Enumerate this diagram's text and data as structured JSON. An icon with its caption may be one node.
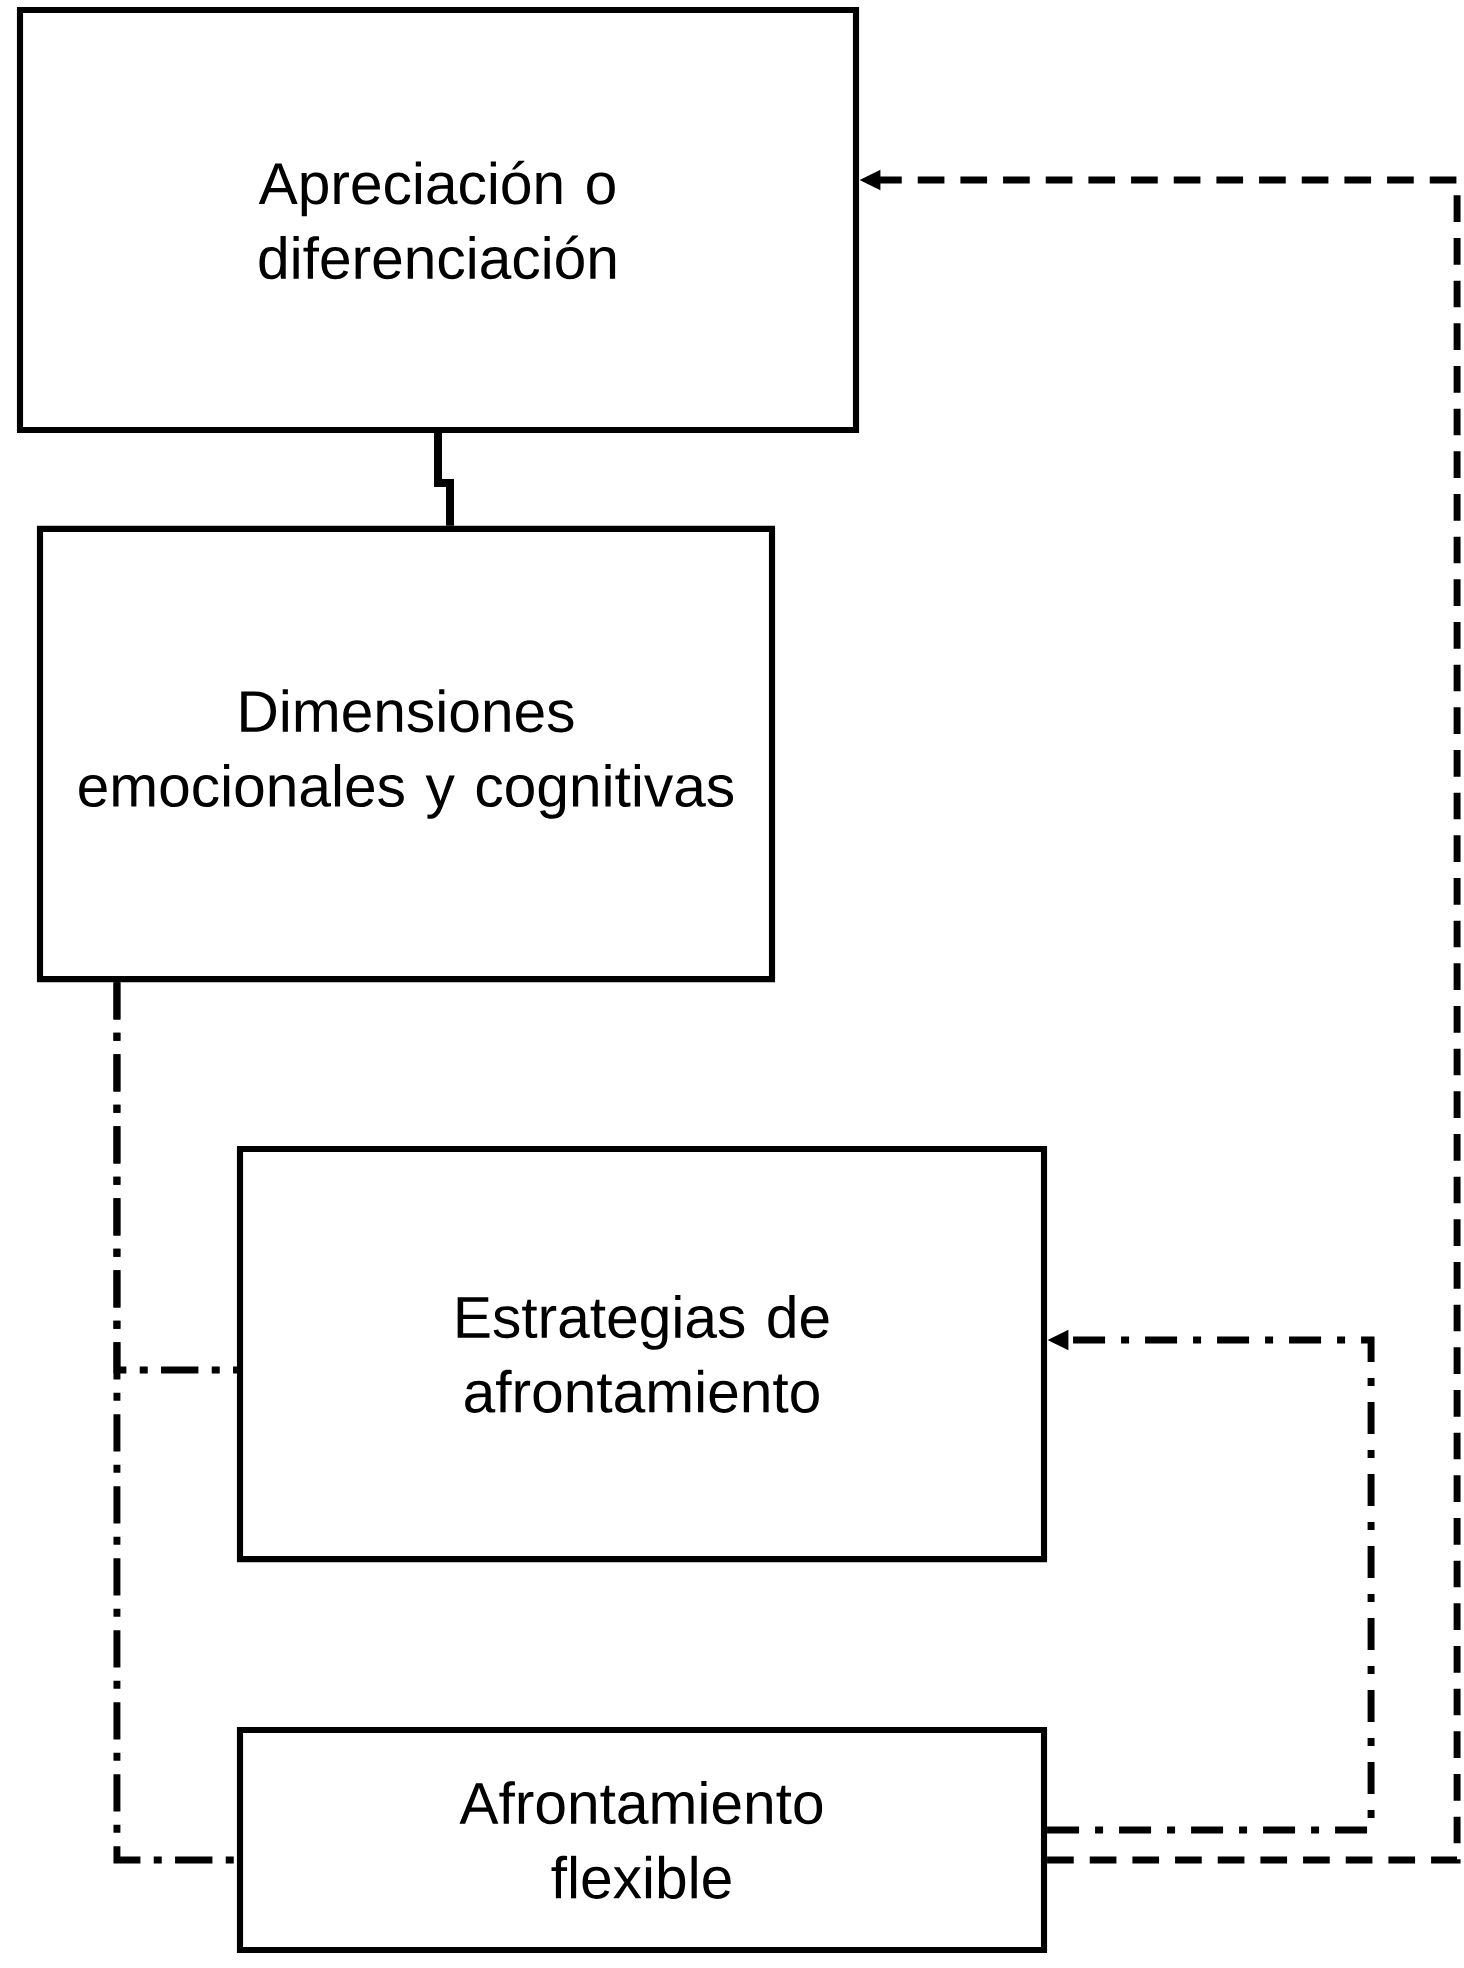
{
  "diagram": {
    "nodes": [
      {
        "text": [
          "Apreciación o diferenciación"
        ]
      },
      {
        "text": [
          "Dimensiones emocionales y cognitivas"
        ]
      },
      {
        "text": [
          "Estrategias de afrontamiento"
        ]
      },
      {
        "text": [
          "Afrontamiento flexible"
        ]
      }
    ],
    "edges": [
      {
        "from": 0,
        "to": 1,
        "arrow": "none"
      },
      {
        "from": 1,
        "to": 2,
        "arrow": "none",
        "style": "dashed"
      },
      {
        "from": 1,
        "to": 3,
        "arrow": "none",
        "style": "dashed"
      },
      {
        "from": 3,
        "to": 2,
        "arrow": "to",
        "style": "dashed"
      },
      {
        "from": 3,
        "to": 0,
        "arrow": "to",
        "style": "dashed"
      }
    ]
  }
}
